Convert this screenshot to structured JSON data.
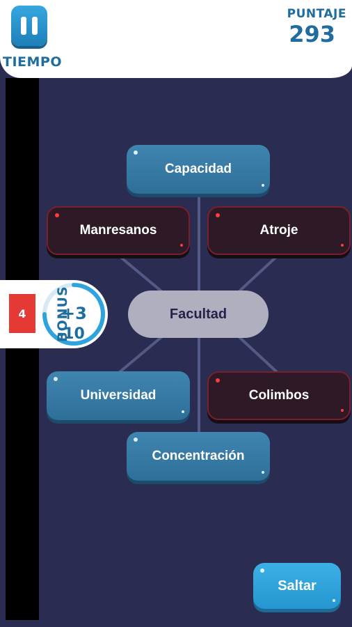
{
  "header": {
    "timer_label": "TIEMPO",
    "score_label": "PUNTAJE",
    "score_value": "293"
  },
  "center_word": "Facultad",
  "options": [
    {
      "label": "Capacidad",
      "style": "blue"
    },
    {
      "label": "Manresanos",
      "style": "red"
    },
    {
      "label": "Atroje",
      "style": "red"
    },
    {
      "label": "Universidad",
      "style": "blue"
    },
    {
      "label": "Colimbos",
      "style": "red"
    },
    {
      "label": "Concentración",
      "style": "blue"
    }
  ],
  "bonus": {
    "level": "4",
    "label": "BONUS",
    "plus": "+3",
    "minus": "-10"
  },
  "skip_label": "Saltar",
  "colors": {
    "background": "#2a2c52",
    "accent_blue": "#2e6f99",
    "wrong_red": "#7a1f2c",
    "text_blue": "#1f6d9e"
  }
}
